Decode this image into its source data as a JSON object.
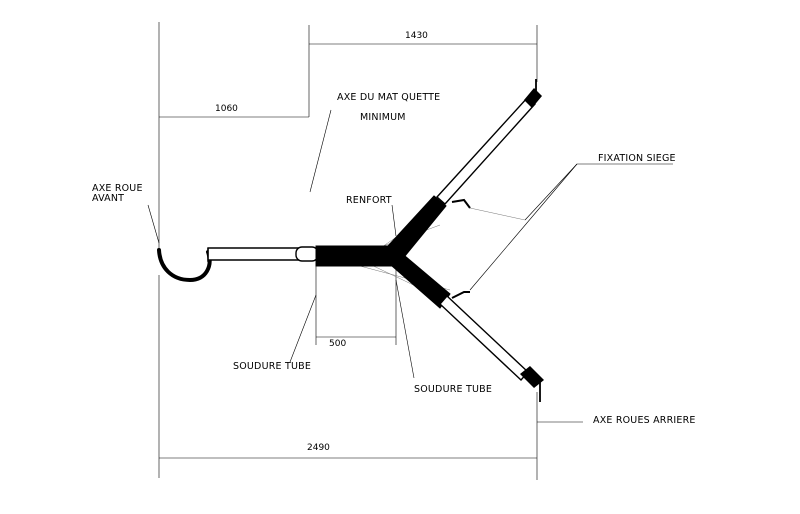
{
  "dimensions": {
    "top_right": "1430",
    "upper_left": "1060",
    "middle": "500",
    "overall": "2490"
  },
  "labels": {
    "mast_axis_line1": "AXE DU MAT QUETTE",
    "mast_axis_line2": "MINIMUM",
    "front_wheel_line1": "AXE ROUE",
    "front_wheel_line2": "AVANT",
    "reinforcement": "RENFORT",
    "seat_mount": "FIXATION SIEGE",
    "weld_left": "SOUDURE TUBE",
    "weld_right": "SOUDURE TUBE",
    "rear_wheels": "AXE ROUES ARRIERE"
  },
  "colors": {
    "line": "#000000",
    "leader": "#777777",
    "background": "#ffffff"
  }
}
